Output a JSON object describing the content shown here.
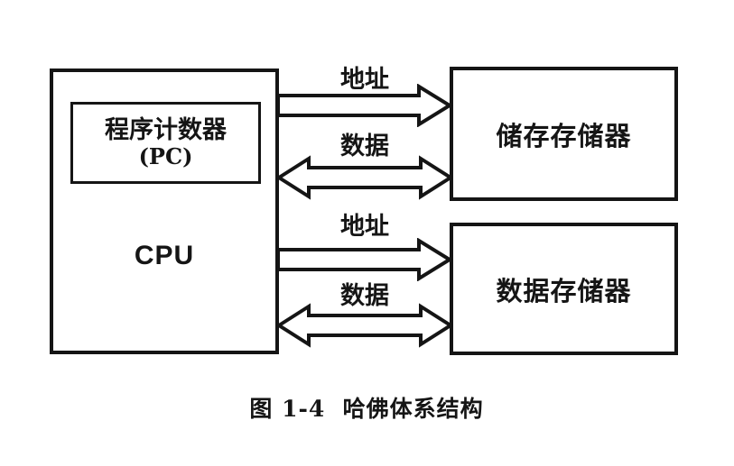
{
  "diagram": {
    "cpu": {
      "label": "CPU",
      "pc": {
        "line1": "程序计数器",
        "line2": "(PC)"
      }
    },
    "memories": [
      {
        "label": "储存存储器"
      },
      {
        "label": "数据存储器"
      }
    ],
    "buses": [
      {
        "label": "地址",
        "direction": "right",
        "from": "CPU",
        "to": "储存存储器"
      },
      {
        "label": "数据",
        "direction": "both",
        "from": "CPU",
        "to": "储存存储器"
      },
      {
        "label": "地址",
        "direction": "right",
        "from": "CPU",
        "to": "数据存储器"
      },
      {
        "label": "数据",
        "direction": "both",
        "from": "CPU",
        "to": "数据存储器"
      }
    ],
    "caption": "图 1-4  哈佛体系结构",
    "colors": {
      "line": "#151515",
      "background": "#ffffff",
      "arrow_fill": "#ffffff"
    }
  }
}
